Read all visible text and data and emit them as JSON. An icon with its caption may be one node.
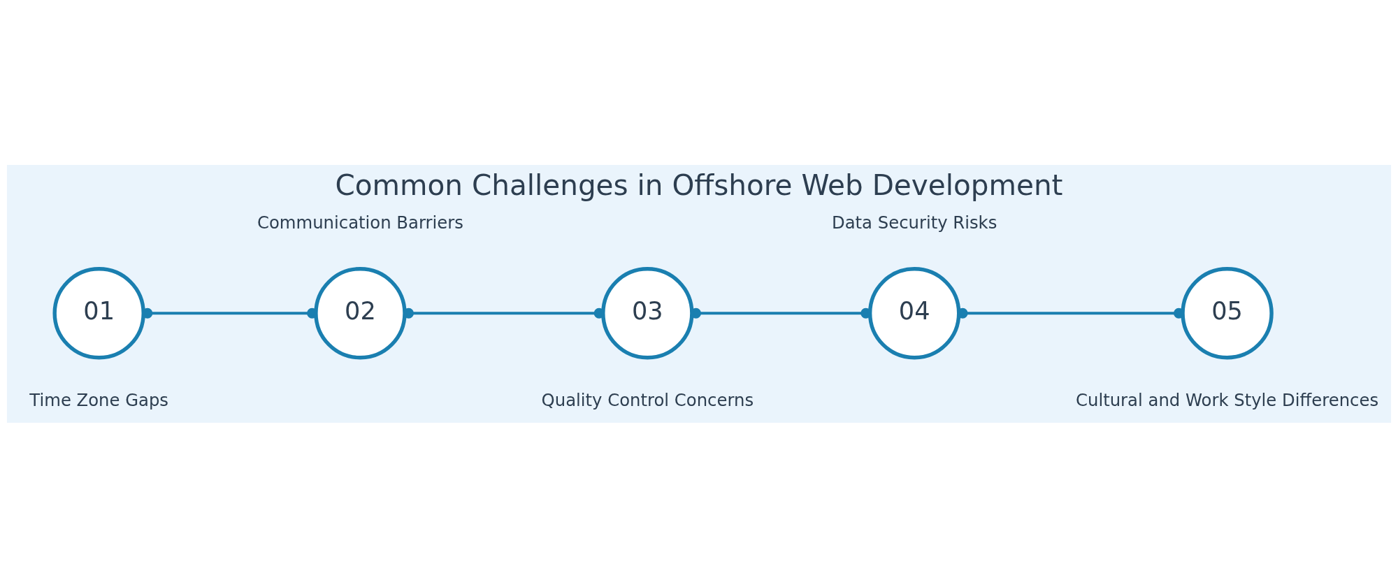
{
  "diagram": {
    "title": "Common Challenges in Offshore Web Development",
    "nodes": [
      {
        "text": [
          "01"
        ],
        "beside": [
          "Time Zone Gaps"
        ]
      },
      {
        "text": [
          "02"
        ],
        "beside": [
          "Communication Barriers"
        ]
      },
      {
        "text": [
          "03"
        ],
        "beside": [
          "Quality Control Concerns"
        ]
      },
      {
        "text": [
          "04"
        ],
        "beside": [
          "Data Security Risks"
        ]
      },
      {
        "text": [
          "05"
        ],
        "beside": [
          "Cultural and Work Style Differences"
        ]
      }
    ],
    "edges": [
      {
        "from": 0,
        "to": 1,
        "arrow": "other"
      },
      {
        "from": 1,
        "to": 2,
        "arrow": "other"
      },
      {
        "from": 2,
        "to": 3,
        "arrow": "other"
      },
      {
        "from": 3,
        "to": 4,
        "arrow": "other"
      }
    ]
  }
}
